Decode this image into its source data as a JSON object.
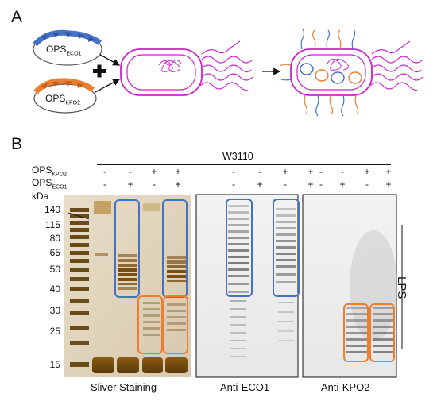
{
  "panel_a": {
    "letter": "A",
    "plasmid_1": {
      "base": "OPS",
      "sub": "ECO1",
      "color": "#4472c4"
    },
    "plasmid_2": {
      "base": "OPS",
      "sub": "KPO2",
      "color": "#ed7d31"
    },
    "cell_color": "#cc22cc"
  },
  "panel_b": {
    "letter": "B",
    "strain": "W3110",
    "rows": [
      {
        "base": "OPS",
        "sub": "KPO2",
        "signs": [
          "-",
          "-",
          "+",
          "+",
          "-",
          "-",
          "+",
          "+",
          "-",
          "-",
          "+",
          "+"
        ]
      },
      {
        "base": "OPS",
        "sub": "ECO1",
        "signs": [
          "-",
          "+",
          "-",
          "+",
          "-",
          "+",
          "-",
          "+",
          "-",
          "+",
          "-",
          "+"
        ]
      }
    ],
    "kda_label": "kDa",
    "markers": [
      "140",
      "115",
      "80",
      "65",
      "50",
      "40",
      "30",
      "25",
      "15"
    ],
    "captions": [
      "Sliver Staining",
      "Anti-ECO1",
      "Anti-KPO2"
    ],
    "side_label": "LPS",
    "eco1_box_color": "#4472c4",
    "kpo2_box_color": "#ed7d31"
  }
}
